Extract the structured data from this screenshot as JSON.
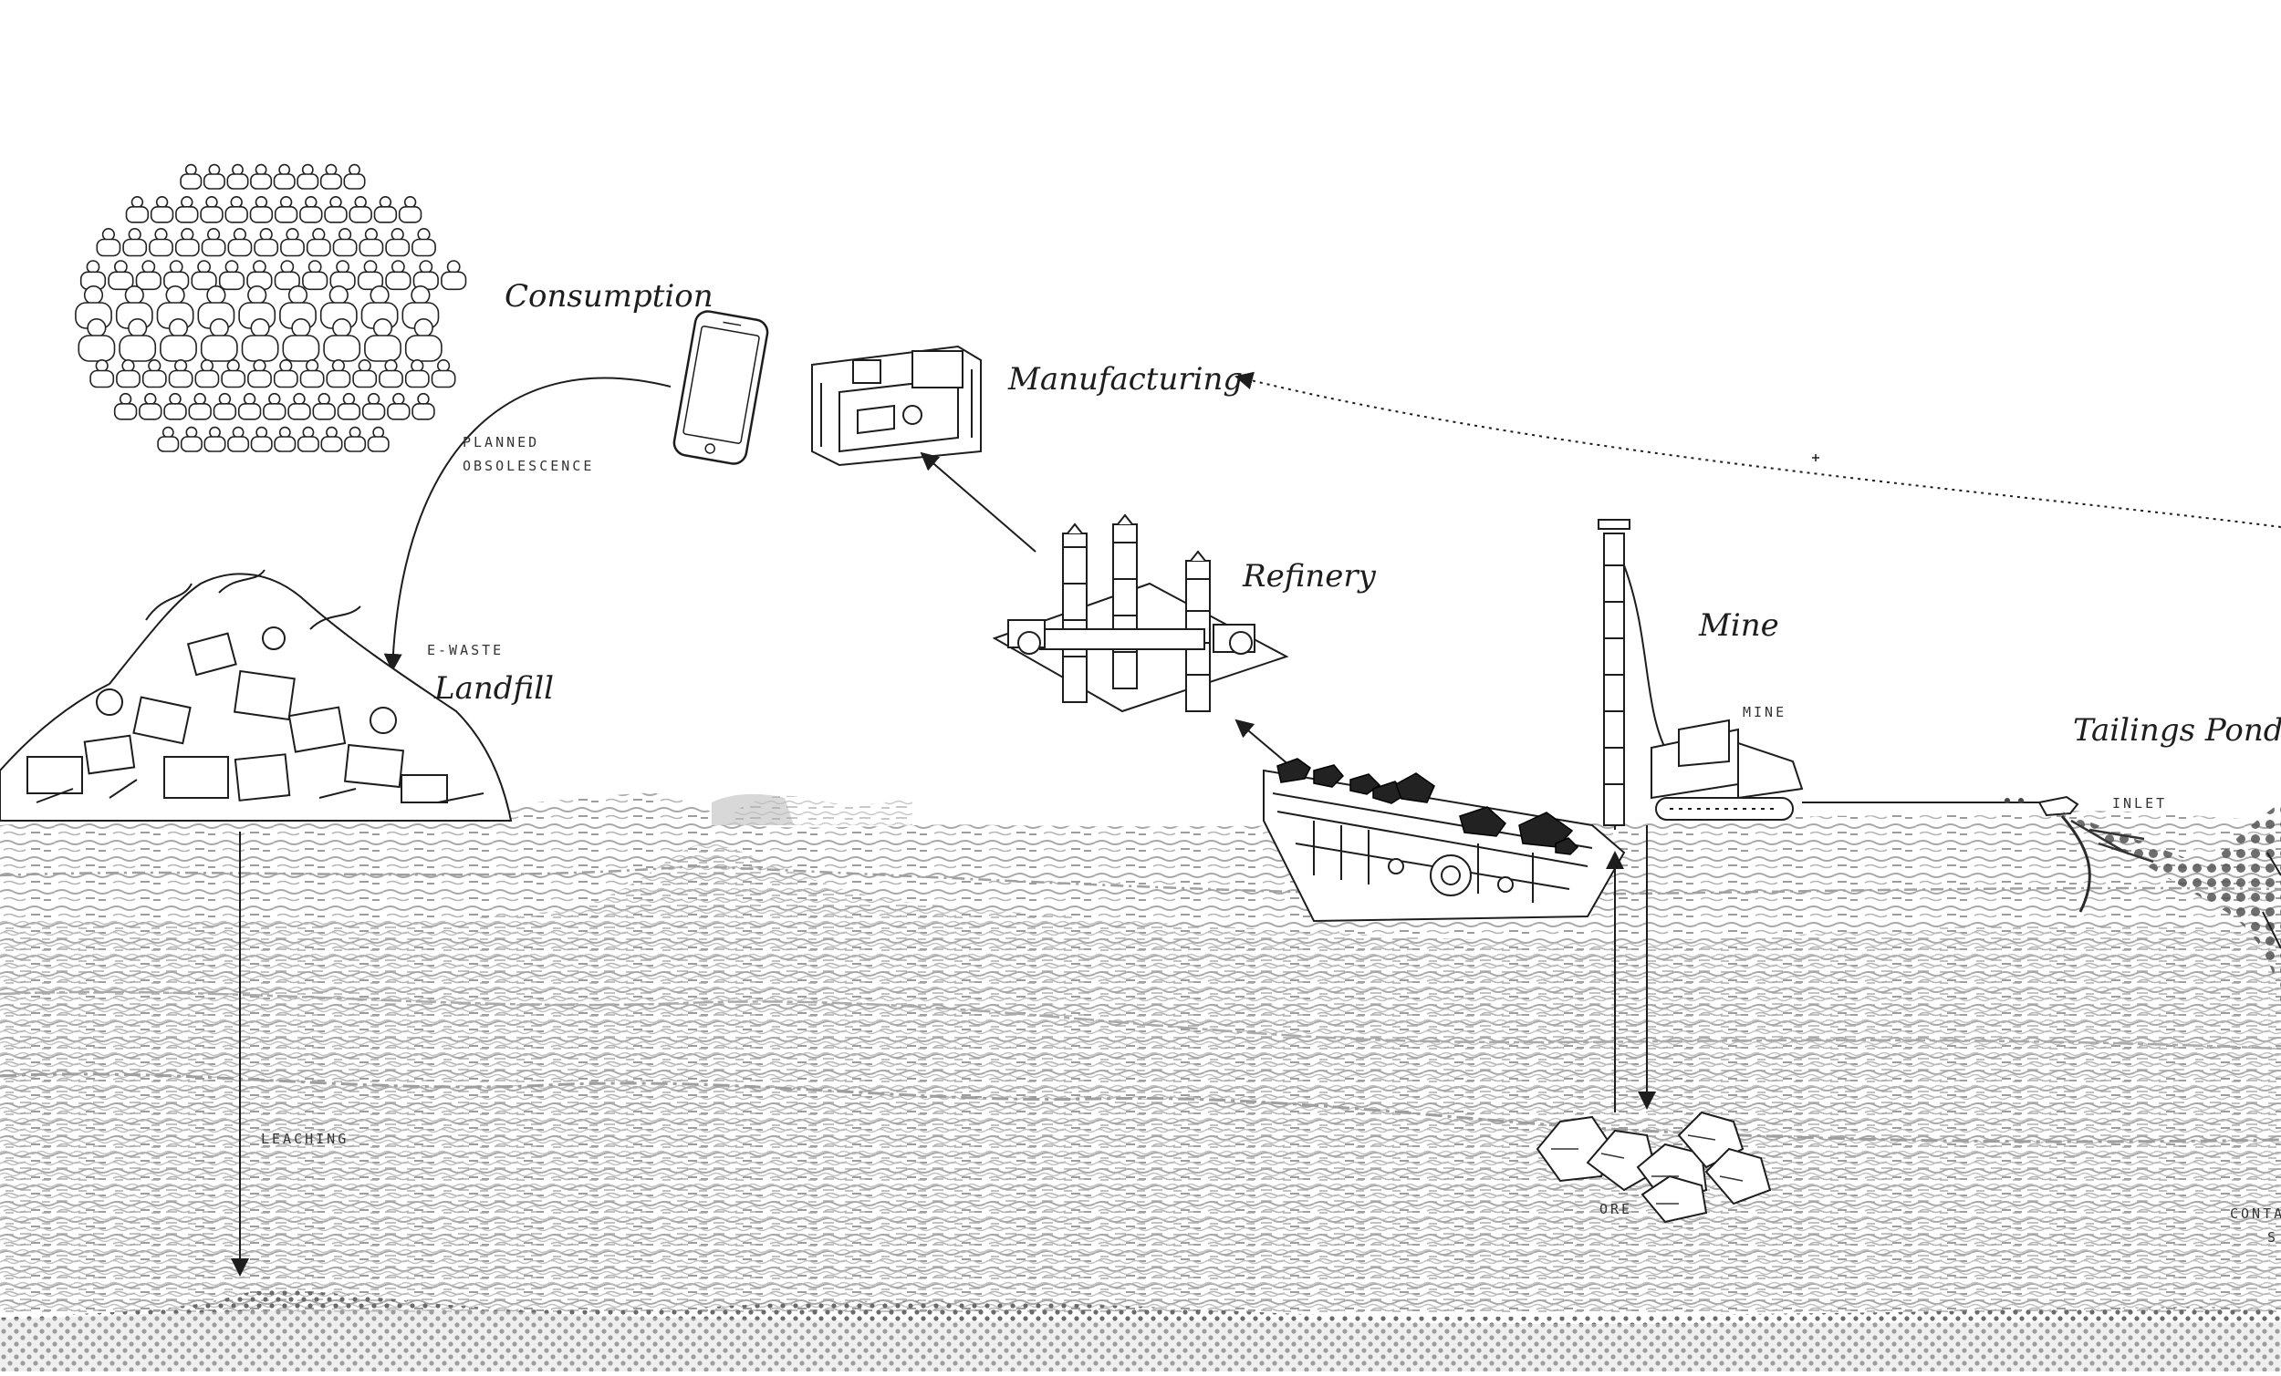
{
  "stages": {
    "consumption": "Consumption",
    "manufacturing": "Manufacturing",
    "refinery": "Refinery",
    "mine": "Mine",
    "tailings_pond": "Tailings Pond",
    "landfill": "Landfill"
  },
  "annotations": {
    "planned_obsolescence_line1": "PLANNED",
    "planned_obsolescence_line2": "OBSOLESCENCE",
    "e_waste": "E-WASTE",
    "leaching": "LEACHING",
    "mine_small": "MINE",
    "inlet": "INLET",
    "ore": "ORE",
    "conta_partial": "CONTA",
    "s_partial": "S"
  },
  "colors": {
    "ink": "#1d1d1d",
    "rock": "#8f8f8f",
    "rock_light": "#c4c4c4",
    "ore": "#2a2a2a",
    "dots": "#6a6a6a"
  },
  "icons": {
    "crowd": "crowd-cluster-icon",
    "phone": "smartphone-icon",
    "assembly": "phone-assembly-icon",
    "refinery": "refinery-columns-icon",
    "mine": "drill-rig-icon",
    "landfill": "e-waste-pile-icon",
    "ore": "ore-rocks-icon"
  }
}
